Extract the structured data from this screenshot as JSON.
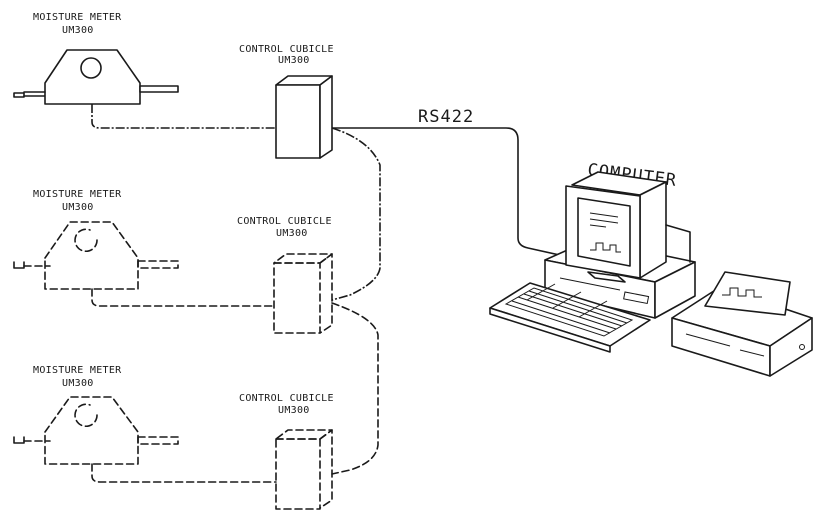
{
  "meters": [
    {
      "title": "MOISTURE METER",
      "model": "UM300",
      "style": "solid"
    },
    {
      "title": "MOISTURE METER",
      "model": "UM300",
      "style": "dashed"
    },
    {
      "title": "MOISTURE METER",
      "model": "UM300",
      "style": "dashed"
    }
  ],
  "cubicles": [
    {
      "title": "CONTROL CUBICLE",
      "model": "UM300",
      "style": "solid"
    },
    {
      "title": "CONTROL CUBICLE",
      "model": "UM300",
      "style": "dashed"
    },
    {
      "title": "CONTROL CUBICLE",
      "model": "UM300",
      "style": "dashed"
    }
  ],
  "link_label": "RS422",
  "computer_label": "COMPUTER"
}
